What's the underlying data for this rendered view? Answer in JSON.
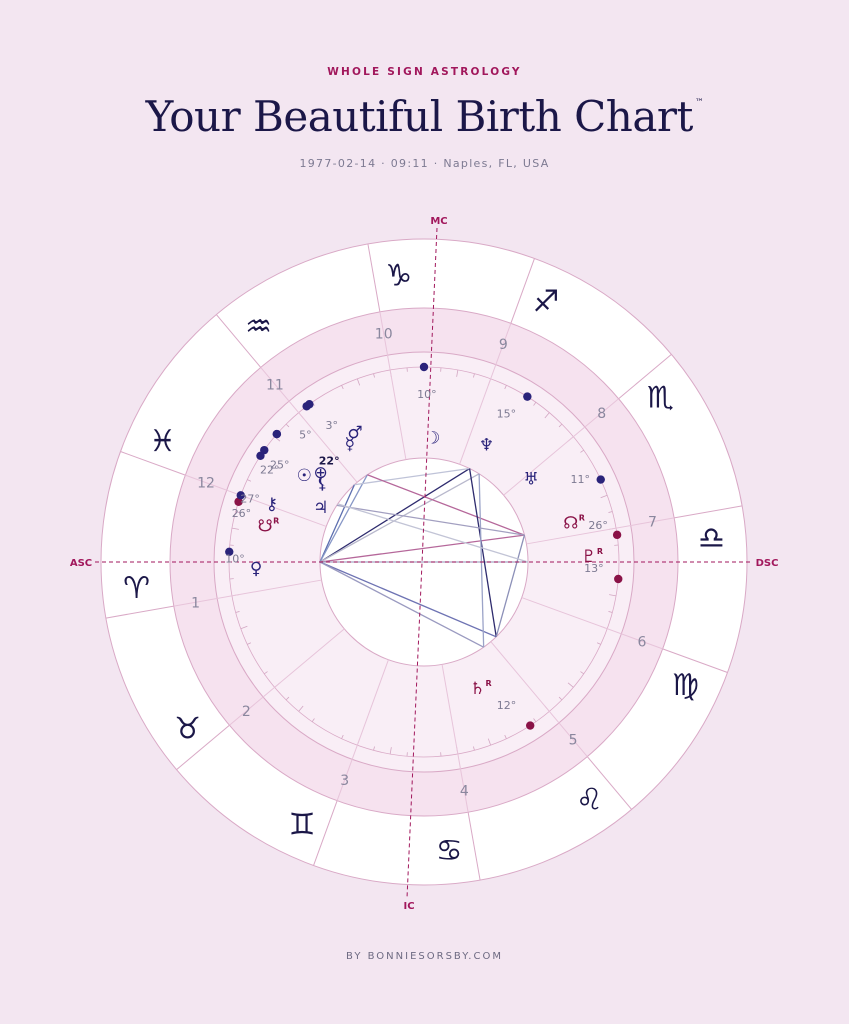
{
  "header": {
    "kicker": "WHOLE SIGN ASTROLOGY",
    "title": "Your Beautiful Birth Chart",
    "trademark": "™",
    "subtitle": "1977-02-14 · 09:11 · Naples, FL, USA"
  },
  "footer": {
    "credit": "BY BONNIESORSBY.COM"
  },
  "colors": {
    "background": "#f3e6f1",
    "navy": "#1b1748",
    "magenta": "#a1175c",
    "planet_navy": "#2a237a",
    "planet_magenta": "#8a1247",
    "ring_line": "#d9a9c6"
  },
  "axes": {
    "mc": "MC",
    "ic": "IC",
    "asc": "ASC",
    "dsc": "DSC"
  },
  "signs": [
    {
      "name": "aries",
      "glyph": "♈"
    },
    {
      "name": "taurus",
      "glyph": "♉"
    },
    {
      "name": "gemini",
      "glyph": "♊"
    },
    {
      "name": "cancer",
      "glyph": "♋"
    },
    {
      "name": "leo",
      "glyph": "♌"
    },
    {
      "name": "virgo",
      "glyph": "♍"
    },
    {
      "name": "libra",
      "glyph": "♎"
    },
    {
      "name": "scorpio",
      "glyph": "♏"
    },
    {
      "name": "sagittarius",
      "glyph": "♐"
    },
    {
      "name": "capricorn",
      "glyph": "♑"
    },
    {
      "name": "aquarius",
      "glyph": "♒"
    },
    {
      "name": "pisces",
      "glyph": "♓"
    }
  ],
  "houses": [
    "1",
    "2",
    "3",
    "4",
    "5",
    "6",
    "7",
    "8",
    "9",
    "10",
    "11",
    "12"
  ],
  "planets": [
    {
      "name": "sun",
      "glyph": "☉",
      "degree": "25°",
      "color": "navy",
      "retro": ""
    },
    {
      "name": "earth",
      "glyph": "⊕",
      "degree": "22°",
      "color": "navy",
      "retro": ""
    },
    {
      "name": "mercury",
      "glyph": "☿",
      "degree": "5°",
      "color": "navy",
      "retro": ""
    },
    {
      "name": "mars",
      "glyph": "♂",
      "degree": "3°",
      "color": "navy",
      "retro": ""
    },
    {
      "name": "moon",
      "glyph": "☽",
      "degree": "10°",
      "color": "navy",
      "retro": ""
    },
    {
      "name": "neptune",
      "glyph": "♆",
      "degree": "15°",
      "color": "navy",
      "retro": ""
    },
    {
      "name": "uranus",
      "glyph": "♅",
      "degree": "11°",
      "color": "navy",
      "retro": ""
    },
    {
      "name": "north-node",
      "glyph": "☊",
      "degree": "26°",
      "color": "magenta",
      "retro": "R"
    },
    {
      "name": "pluto",
      "glyph": "♇",
      "degree": "13°",
      "color": "magenta",
      "retro": "R"
    },
    {
      "name": "venus",
      "glyph": "♀",
      "degree": "10°",
      "color": "navy",
      "retro": ""
    },
    {
      "name": "south-node",
      "glyph": "☋",
      "degree": "26°",
      "color": "magenta",
      "retro": "R"
    },
    {
      "name": "chiron",
      "glyph": "⚷",
      "degree": "27°",
      "color": "navy",
      "retro": ""
    },
    {
      "name": "lilith",
      "glyph": "⚸",
      "degree": "22°",
      "color": "navy",
      "retro": ""
    },
    {
      "name": "jupiter",
      "glyph": "♃",
      "degree": "",
      "color": "navy",
      "retro": ""
    },
    {
      "name": "saturn",
      "glyph": "♄",
      "degree": "12°",
      "color": "magenta",
      "retro": "R"
    }
  ]
}
